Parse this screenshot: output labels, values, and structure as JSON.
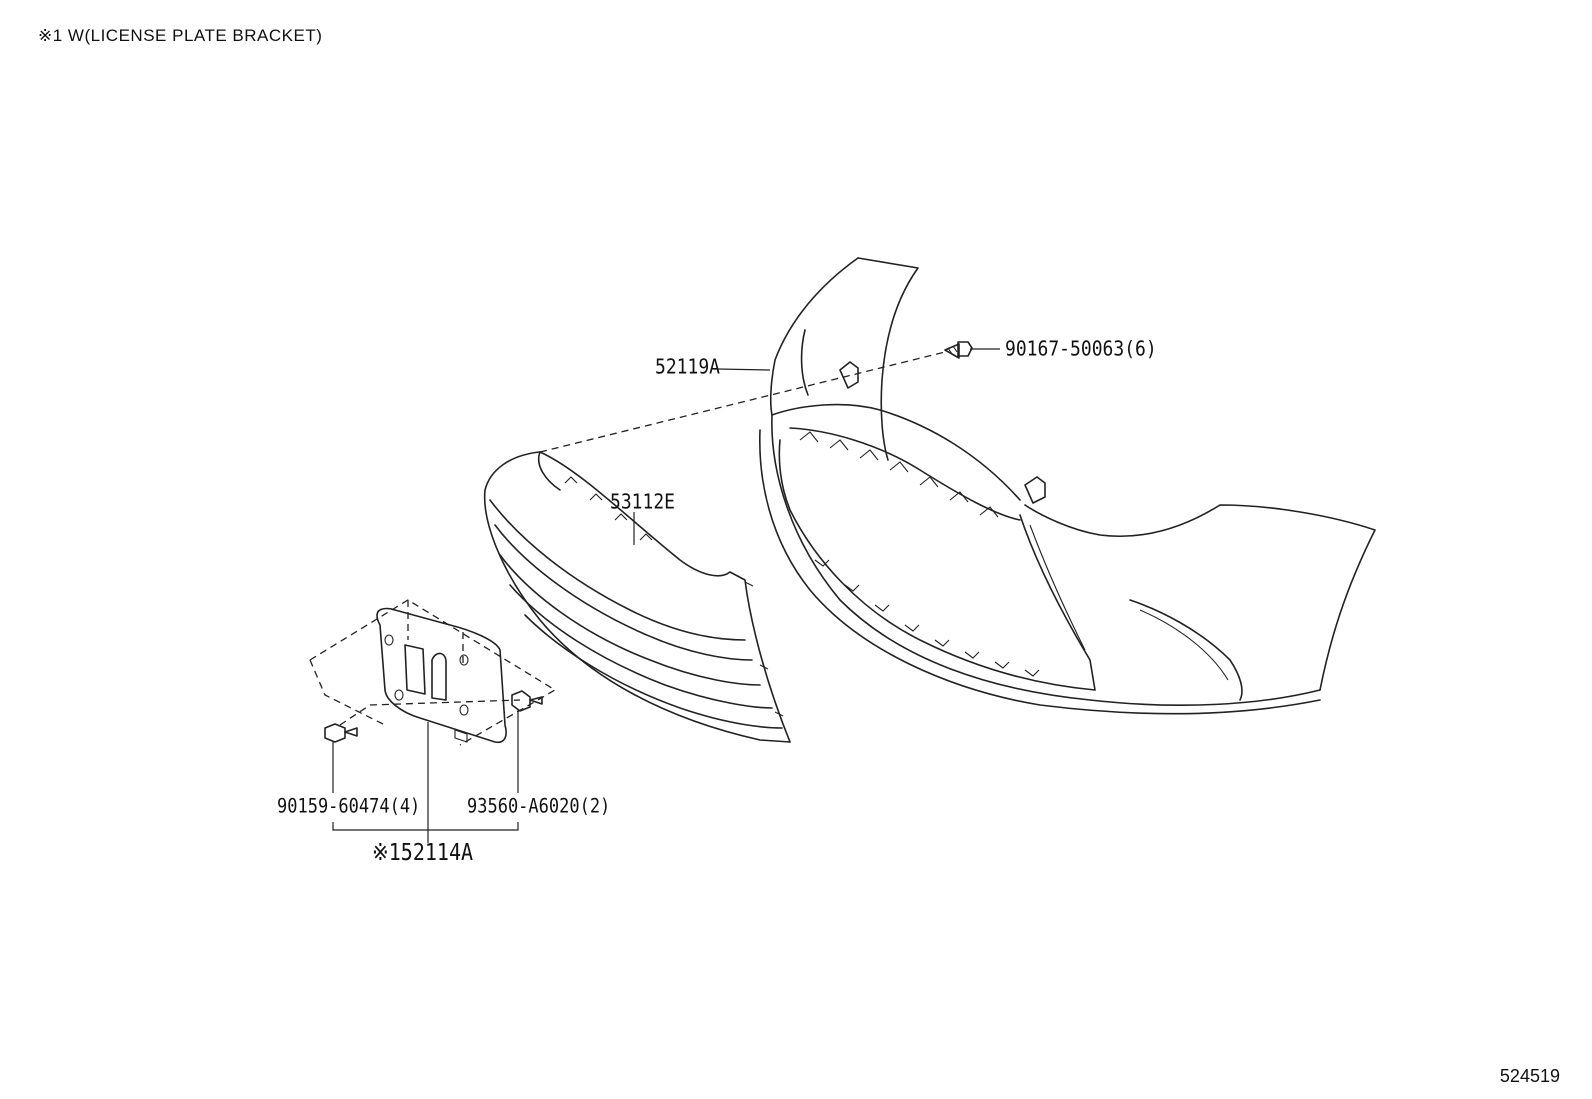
{
  "header": {
    "note": "※1 W(LICENSE PLATE BRACKET)"
  },
  "figure_id": "524519",
  "callouts": {
    "bumper_cover": "52119A",
    "bumper_screw": "90167-50063(6)",
    "grille": "53112E",
    "bracket_bolt": "90159-60474(4)",
    "bracket_screw": "93560-A6020(2)",
    "license_bracket": "※152114A"
  }
}
